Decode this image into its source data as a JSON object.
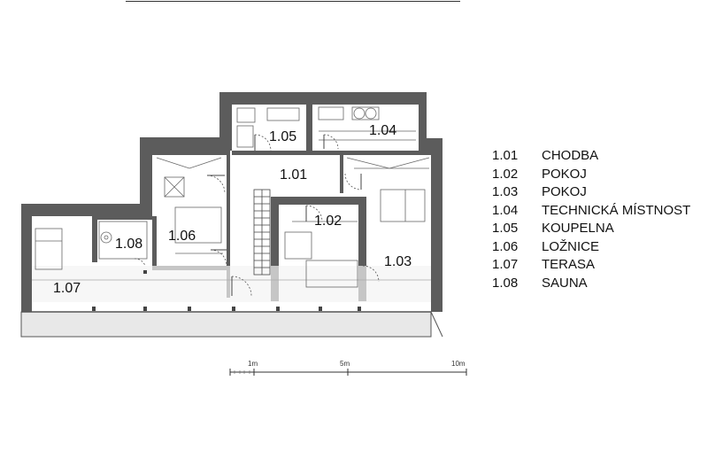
{
  "rooms": [
    {
      "code": "1.01",
      "name": "CHODBA"
    },
    {
      "code": "1.02",
      "name": "POKOJ"
    },
    {
      "code": "1.03",
      "name": "POKOJ"
    },
    {
      "code": "1.04",
      "name": "TECHNICKÁ MÍSTNOST"
    },
    {
      "code": "1.05",
      "name": "KOUPELNA"
    },
    {
      "code": "1.06",
      "name": "LOŽNICE"
    },
    {
      "code": "1.07",
      "name": "TERASA"
    },
    {
      "code": "1.08",
      "name": "SAUNA"
    }
  ],
  "scale": {
    "labels": [
      "1m",
      "5m",
      "10m"
    ]
  },
  "colors": {
    "wall": "#5c5c5c",
    "line": "#333333"
  }
}
